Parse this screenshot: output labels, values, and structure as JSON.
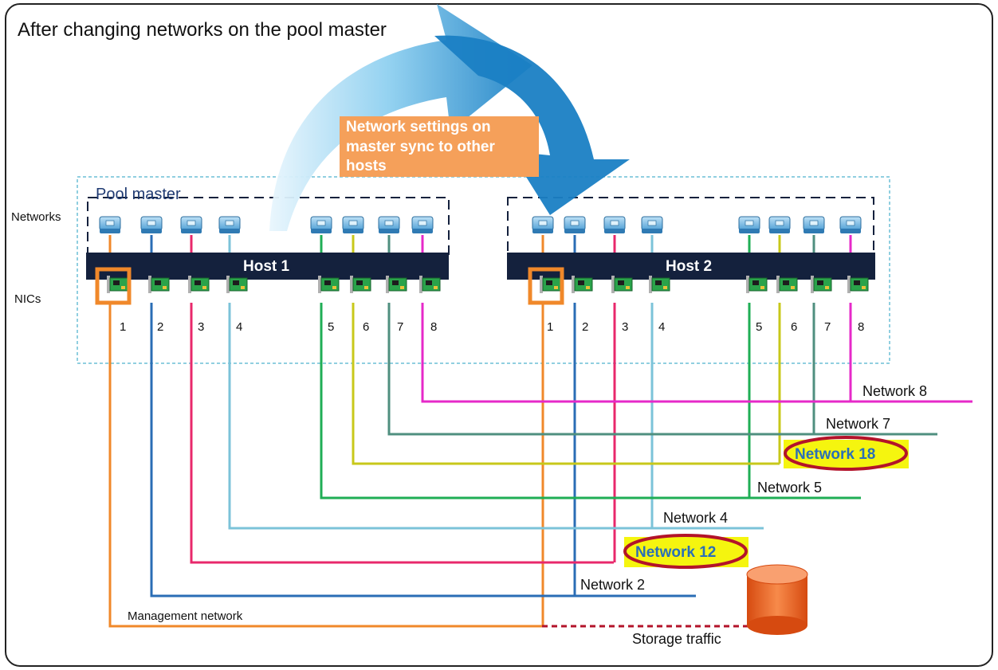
{
  "title": "After changing networks on the pool master",
  "pool_master_label": "Pool master",
  "side_labels": {
    "networks": "Networks",
    "nics": "NICs"
  },
  "sync_note": [
    "Network settings on",
    "master sync to other",
    "hosts"
  ],
  "hosts": [
    {
      "name": "Host 1",
      "nic_numbers": [
        "1",
        "2",
        "3",
        "4",
        "5",
        "6",
        "7",
        "8"
      ]
    },
    {
      "name": "Host 2",
      "nic_numbers": [
        "1",
        "2",
        "3",
        "4",
        "5",
        "6",
        "7",
        "8"
      ]
    }
  ],
  "networks": [
    {
      "label": "Network 8",
      "color": "#e629c9"
    },
    {
      "label": "Network 7",
      "color": "#4f8f7f"
    },
    {
      "label": "Network 18",
      "color": "#c8c81a",
      "highlight": true
    },
    {
      "label": "Network 5",
      "color": "#1fae55"
    },
    {
      "label": "Network 4",
      "color": "#7cc3d9"
    },
    {
      "label": "Network 12",
      "color": "#e8286b",
      "highlight": true
    },
    {
      "label": "Network 2",
      "color": "#2a6db5"
    },
    {
      "label": "Management network",
      "color": "#f0882a"
    }
  ],
  "storage_label": "Storage traffic",
  "colors": {
    "host_bar": "#14213d",
    "orange": "#f0882a",
    "highlight_fill": "#f5f50f",
    "highlight_ring": "#b3132a",
    "storage_line": "#b3132a",
    "cylinder": "#f26a2a",
    "dash_border": "#6bbfd6"
  }
}
